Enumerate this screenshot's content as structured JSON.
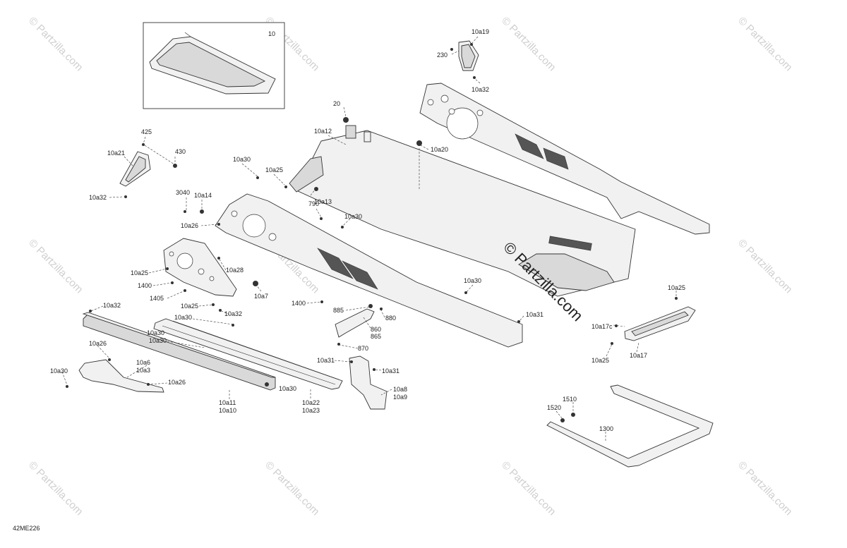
{
  "diagram_code": "42ME226",
  "watermark": "© Partzilla.com",
  "inset_label": "10",
  "labels": [
    "10a19",
    "230",
    "10a32",
    "20",
    "10a12",
    "10a20",
    "425",
    "10a21",
    "430",
    "10a32",
    "10a30",
    "10a25",
    "3040",
    "10a14",
    "10a13",
    "790",
    "10a30",
    "10a26",
    "10a28",
    "10a25",
    "1400",
    "1405",
    "10a25",
    "10a7",
    "10a32",
    "1400",
    "10a30",
    "885",
    "880",
    "860",
    "865",
    "870",
    "10a31",
    "10a25",
    "10a17c",
    "10a25",
    "10a17",
    "10a32",
    "10a30",
    "10a30",
    "10a26",
    "10a6",
    "10a3",
    "10a26",
    "10a30",
    "10a30",
    "10a11",
    "10a10",
    "10a22",
    "10a23",
    "10a31",
    "10a31",
    "10a8",
    "10a9",
    "1510",
    "1520",
    "1300",
    "10a30"
  ]
}
